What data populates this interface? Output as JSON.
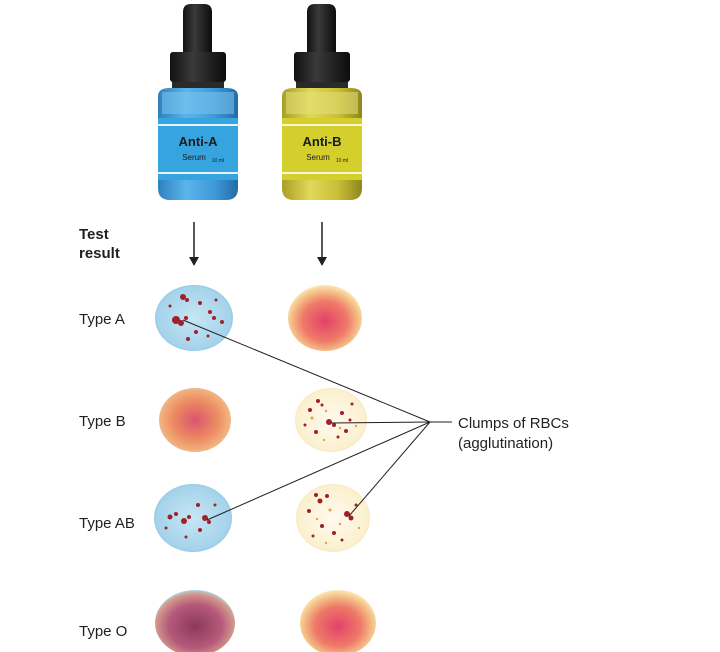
{
  "bottles": [
    {
      "name": "Anti-A",
      "subtitle": "Serum",
      "volume": "10 ml",
      "liquid_color": "#3a9bd8",
      "label_color": "#35a4df"
    },
    {
      "name": "Anti-B",
      "subtitle": "Serum",
      "volume": "10 ml",
      "liquid_color": "#c9c23a",
      "label_color": "#d4cf2c"
    }
  ],
  "heading": {
    "line1": "Test",
    "line2": "result"
  },
  "rows": [
    {
      "label": "Type A",
      "anti_a": "agglutinated",
      "anti_b": "smooth"
    },
    {
      "label": "Type B",
      "anti_a": "smooth",
      "anti_b": "agglutinated"
    },
    {
      "label": "Type AB",
      "anti_a": "agglutinated",
      "anti_b": "agglutinated"
    },
    {
      "label": "Type O",
      "anti_a": "smooth",
      "anti_b": "smooth"
    }
  ],
  "callout": {
    "line1": "Clumps of RBCs",
    "line2": "(agglutination)"
  },
  "colors": {
    "anti_a_agglutinated": "#a9d6ea",
    "anti_b_agglutinated": "#fbf3d6",
    "clump": "#a0202a",
    "smooth_center": "#e2416a",
    "smooth_edge": "#f5c58a",
    "line": "#231f20"
  }
}
